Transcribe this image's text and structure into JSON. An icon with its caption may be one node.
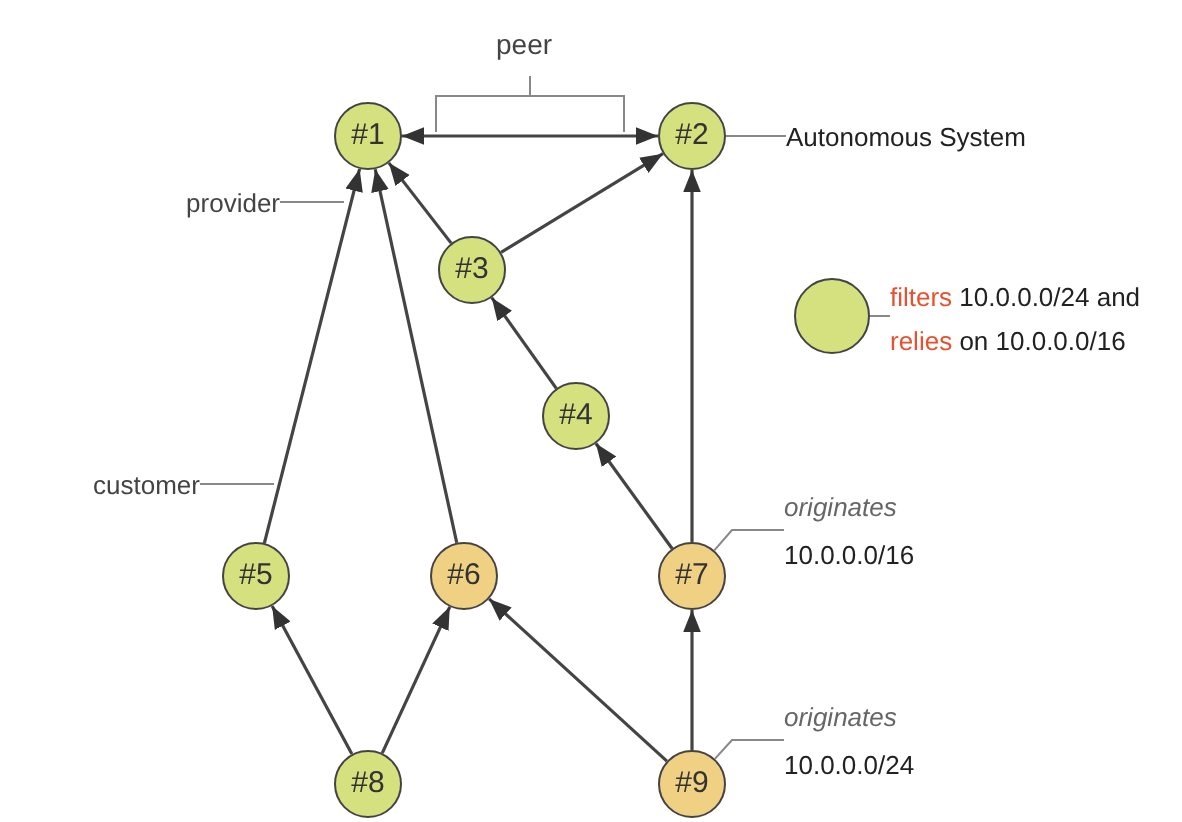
{
  "diagram": {
    "nodes": [
      {
        "text": [
          "#1"
        ]
      },
      {
        "text": [
          "#2"
        ]
      },
      {
        "text": [
          "#3"
        ]
      },
      {
        "text": [
          "#4"
        ]
      },
      {
        "text": [
          "#5"
        ]
      },
      {
        "text": [
          "#6"
        ]
      },
      {
        "text": [
          "#7"
        ]
      },
      {
        "text": [
          "#8"
        ]
      },
      {
        "text": [
          "#9"
        ]
      },
      {
        "text": [],
        "shape": "circle"
      },
      {
        "text": [
          "Autonomous System"
        ]
      },
      {
        "text": [
          "provider"
        ]
      },
      {
        "text": [
          "customer"
        ]
      },
      {
        "text": [
          "originates",
          "10.0.0.0/16"
        ]
      },
      {
        "text": [
          "originates",
          "10.0.0.0/24"
        ]
      },
      {
        "text": [
          "**filters** 10.0.0.0/24 and **relies** on 10.0.0.0/16"
        ]
      }
    ],
    "edges": [
      {
        "from": 1,
        "to": 0,
        "arrow": "both"
      },
      {
        "from": 2,
        "to": 0,
        "arrow": "to"
      },
      {
        "from": 2,
        "to": 1,
        "arrow": "to"
      },
      {
        "from": 3,
        "to": 2,
        "arrow": "to"
      },
      {
        "from": 4,
        "to": 0,
        "arrow": "to"
      },
      {
        "from": 5,
        "to": 0,
        "arrow": "to"
      },
      {
        "from": 6,
        "to": 3,
        "arrow": "to"
      },
      {
        "from": 6,
        "to": 1,
        "arrow": "to"
      },
      {
        "from": 7,
        "to": 4,
        "arrow": "to"
      },
      {
        "from": 7,
        "to": 5,
        "arrow": "to"
      },
      {
        "from": 8,
        "to": 5,
        "arrow": "to"
      },
      {
        "from": 8,
        "to": 6,
        "arrow": "to"
      },
      {
        "from": 10,
        "to": 1,
        "arrow": "none",
        "color": "#888888"
      },
      {
        "from": 11,
        "to": null,
        "arrow": "none",
        "color": "#888888"
      },
      {
        "from": 12,
        "to": null,
        "arrow": "none",
        "color": "#888888"
      },
      {
        "from": 13,
        "to": 6,
        "arrow": "none",
        "color": "#888888"
      },
      {
        "from": 14,
        "to": 8,
        "arrow": "none",
        "color": "#888888"
      },
      {
        "from": 15,
        "to": 9,
        "arrow": "none",
        "color": "#888888"
      }
    ],
    "labels": [
      "peer"
    ]
  }
}
